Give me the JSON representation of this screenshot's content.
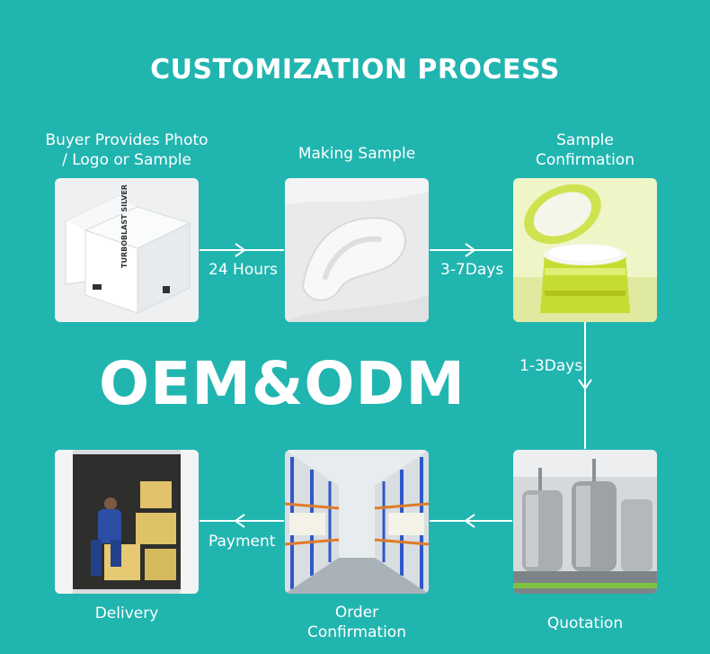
{
  "title": "CUSTOMIZATION PROCESS",
  "banner": "OEM&ODM",
  "steps": [
    {
      "label_lines": [
        "Buyer Provides Photo",
        "/ Logo or Sample"
      ],
      "image": "packaging-boxes"
    },
    {
      "label_lines": [
        "Making Sample"
      ],
      "image": "cream-texture"
    },
    {
      "label_lines": [
        "Sample",
        "Confirmation"
      ],
      "image": "cream-jar"
    },
    {
      "label_lines": [
        "Quotation"
      ],
      "image": "factory-machinery"
    },
    {
      "label_lines": [
        "Order",
        "Confirmation"
      ],
      "image": "warehouse-racks"
    },
    {
      "label_lines": [
        "Delivery"
      ],
      "image": "delivery-van"
    }
  ],
  "box_brand": "TURBOBLAST SILVER",
  "connectors": [
    "24 Hours",
    "3-7Days",
    "1-3Days",
    "",
    "Payment"
  ],
  "colors": {
    "background": "#21b5b0",
    "text": "#ffffff",
    "line": "#ffffff"
  }
}
